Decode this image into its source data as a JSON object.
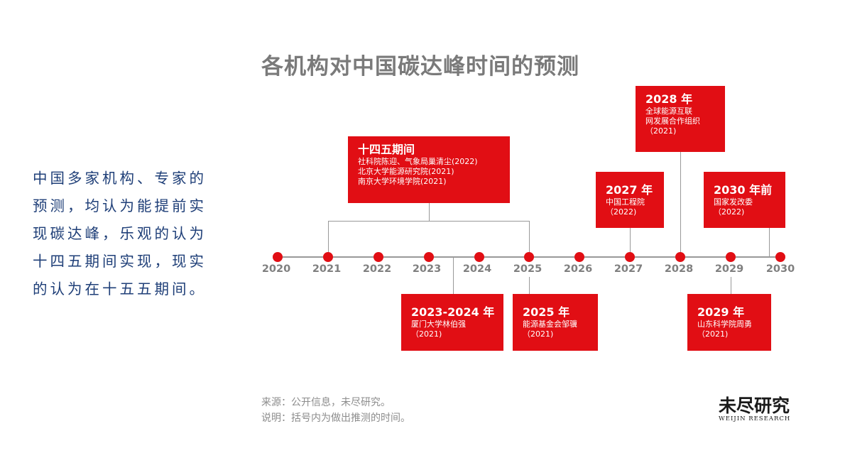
{
  "title": "各机构对中国碳达峰时间的预测",
  "intro": "中国多家机构、专家的预测，均认为能提前实现碳达峰，乐观的认为十四五期间实现，现实的认为在十五五期间。",
  "colors": {
    "accent": "#e10e14",
    "intro_text": "#1f3f78",
    "axis": "#999999"
  },
  "years": [
    "2020",
    "2021",
    "2022",
    "2023",
    "2024",
    "2025",
    "2026",
    "2027",
    "2028",
    "2029",
    "2030"
  ],
  "boxes": {
    "b1445": {
      "title": "十四五期间",
      "lines": [
        "社科院陈迎、气象局巢清尘(2022)",
        "北京大学能源研究院(2021)",
        "南京大学环境学院(2021)"
      ]
    },
    "b2028": {
      "title": "2028 年",
      "lines": [
        "全球能源互联",
        "网发展合作组织",
        "（2021)"
      ]
    },
    "b2027": {
      "title": "2027 年",
      "lines": [
        "中国工程院",
        "（2022)"
      ]
    },
    "b2030": {
      "title": "2030 年前",
      "lines": [
        "国家发改委",
        "（2022)"
      ]
    },
    "b2324": {
      "title": "2023-2024 年",
      "lines": [
        "厦门大学林伯强",
        "（2021)"
      ]
    },
    "b2025": {
      "title": "2025 年",
      "lines": [
        "能源基金会邹骥",
        "（2021)"
      ]
    },
    "b2029": {
      "title": "2029 年",
      "lines": [
        "山东科学院周勇",
        "（2021)"
      ]
    }
  },
  "footnotes": {
    "source": "来源：公开信息，未尽研究。",
    "note": "说明：括号内为做出推测的时间。"
  },
  "logo": {
    "cn": "未尽研究",
    "en": "WEIJIN RESEARCH"
  }
}
